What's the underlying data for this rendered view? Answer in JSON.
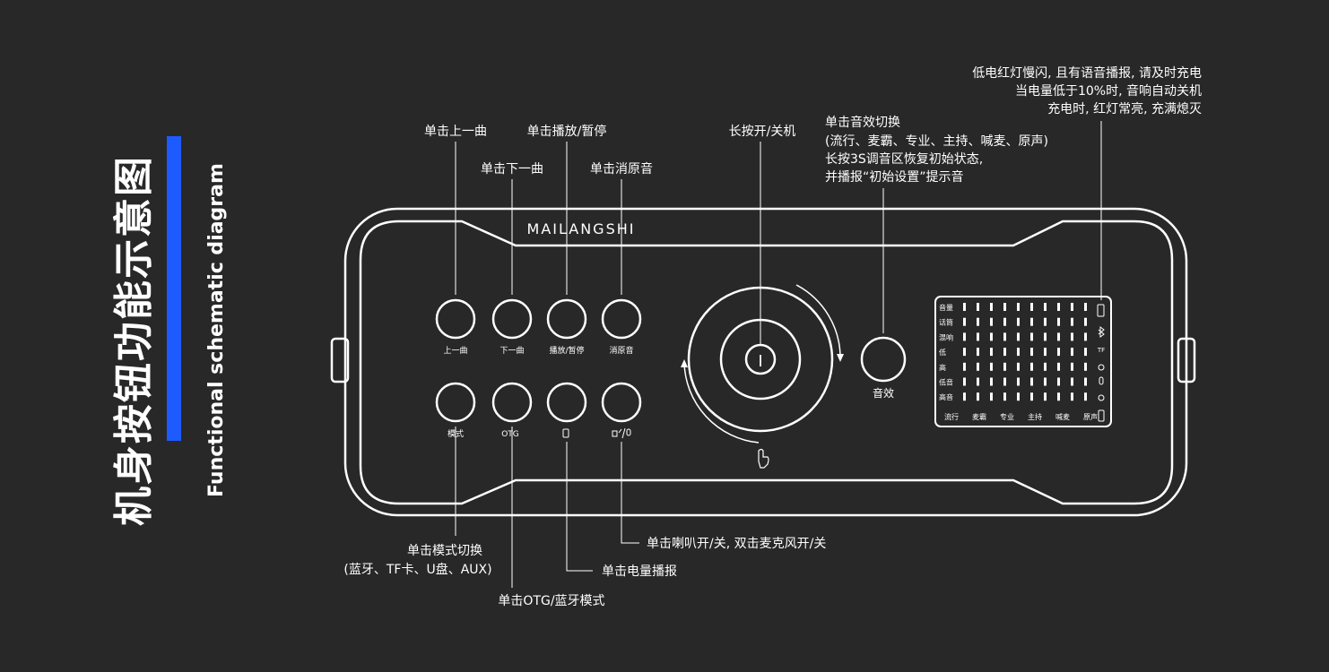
{
  "title": {
    "cn": "机身按钮功能示意图",
    "en": "Functional schematic diagram"
  },
  "device": {
    "brand": "MAILANGSHI",
    "buttons_row1": [
      "上一曲",
      "下一曲",
      "播放/暂停",
      "消原音"
    ],
    "buttons_row2": [
      "模式",
      "OTG"
    ],
    "effect_button": "音效",
    "power_symbol": "I"
  },
  "display": {
    "row_labels": [
      "音量",
      "话筒",
      "混响",
      "低",
      "高",
      "低音",
      "高音"
    ],
    "bottom_labels": [
      "流行",
      "麦霸",
      "专业",
      "主持",
      "喊麦",
      "原声"
    ],
    "right_labels": [
      "TF"
    ]
  },
  "callouts": {
    "prev": "单击上一曲",
    "play": "单击播放/暂停",
    "next": "单击下一曲",
    "vocal": "单击消原音",
    "power": "长按开/关机",
    "effect_lines": [
      "单击音效切换",
      "(流行、麦霸、专业、主持、喊麦、原声)",
      "长按3S调音区恢复初始状态,",
      "并播报“初始设置”提示音"
    ],
    "battery_lines": [
      "低电红灯慢闪, 且有语音播报, 请及时充电",
      "当电量低于10%时, 音响自动关机",
      "充电时, 红灯常亮, 充满熄灭"
    ],
    "mode_lines": [
      "单击模式切换",
      "(蓝牙、TF卡、U盘、AUX)"
    ],
    "otg": "单击OTG/蓝牙模式",
    "battery_report": "单击电量播报",
    "speaker_mic": "单击喇叭开/关, 双击麦克风开/关"
  },
  "colors": {
    "background": "#282828",
    "line": "#ffffff",
    "accent": "#1e5bff"
  }
}
